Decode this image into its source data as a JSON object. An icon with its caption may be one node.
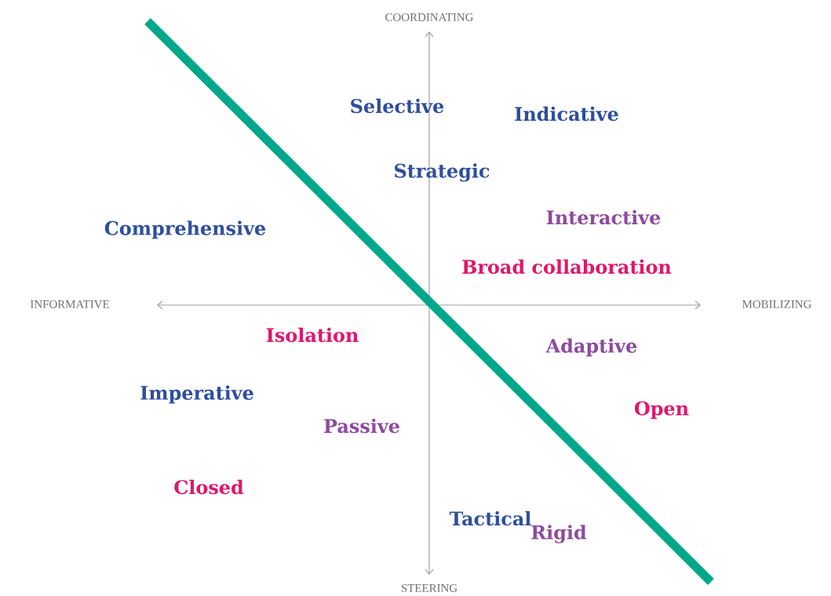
{
  "diagram": {
    "labels": [
      "COORDINATING",
      "Selective",
      "Indicative",
      "Strategic",
      "Comprehensive",
      "Interactive",
      "Broad collaboration",
      "INFORMATIVE",
      "MOBILIZING",
      "Isolation",
      "Adaptive",
      "Imperative",
      "Open",
      "Passive",
      "Closed",
      "Tactical",
      "Rigid",
      "STEERING"
    ]
  }
}
